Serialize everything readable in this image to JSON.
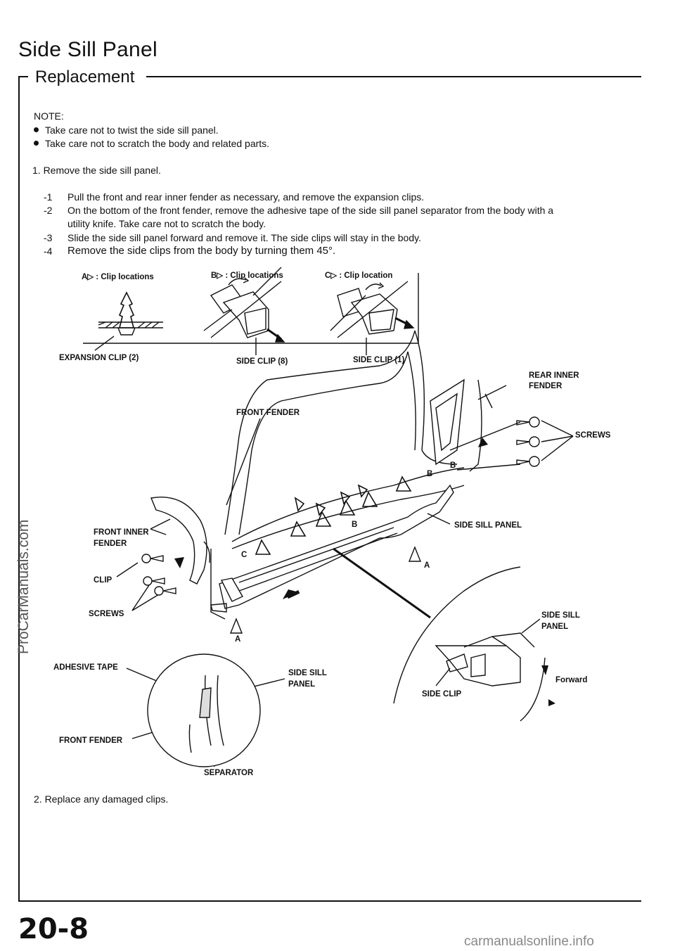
{
  "page": {
    "title": "Side Sill Panel",
    "subtitle": "Replacement",
    "note_label": "NOTE:",
    "notes": [
      "Take care not to twist the side sill panel.",
      "Take care not to scratch the body and related parts."
    ],
    "step1": "1.  Remove the side sill panel.",
    "substeps": [
      {
        "num": "-1",
        "text": "Pull the front and rear inner fender as necessary, and remove the expansion clips."
      },
      {
        "num": "-2",
        "text": "On the bottom of the front fender, remove the adhesive tape of the side sill panel separator from the body with a"
      },
      {
        "num": "",
        "text": "utility knife. Take care not to scratch the body."
      },
      {
        "num": "-3",
        "text": "Slide the side sill panel forward and remove it. The side clips will stay in the body."
      },
      {
        "num": "-4",
        "text": "Remove the side clips from the body by turning them 45°."
      }
    ],
    "step2": "2.  Replace any damaged clips.",
    "page_number": "20-8"
  },
  "diagram": {
    "clip_loc_a": "A▷ : Clip locations",
    "clip_loc_b": "B▷ : Clip locations",
    "clip_loc_c": "C▷ : Clip location",
    "expansion_clip": "EXPANSION CLIP (2)",
    "side_clip_8": "SIDE CLIP (8)",
    "side_clip_1": "SIDE CLIP (1)",
    "rear_inner_fender_1": "REAR INNER",
    "rear_inner_fender_2": "FENDER",
    "front_fender": "FRONT FENDER",
    "screws_right": "SCREWS",
    "front_inner_fender_1": "FRONT INNER",
    "front_inner_fender_2": "FENDER",
    "side_sill_panel": "SIDE SILL PANEL",
    "clip": "CLIP",
    "screws_left": "SCREWS",
    "side_sill_panel_r1": "SIDE SILL",
    "side_sill_panel_r2": "PANEL",
    "adhesive_tape": "ADHESIVE TAPE",
    "side_sill_panel_c1": "SIDE SILL",
    "side_sill_panel_c2": "PANEL",
    "forward": "Forward",
    "side_clip": "SIDE CLIP",
    "front_fender_bottom": "FRONT FENDER",
    "separator": "SEPARATOR",
    "letter_a1": "A",
    "letter_a2": "A",
    "letter_b1": "B",
    "letter_b2": "B",
    "letter_b3": "B",
    "letter_c": "C"
  },
  "watermarks": {
    "left": "ProCarManuals.com",
    "bottom": "carmanualsonline.info"
  }
}
